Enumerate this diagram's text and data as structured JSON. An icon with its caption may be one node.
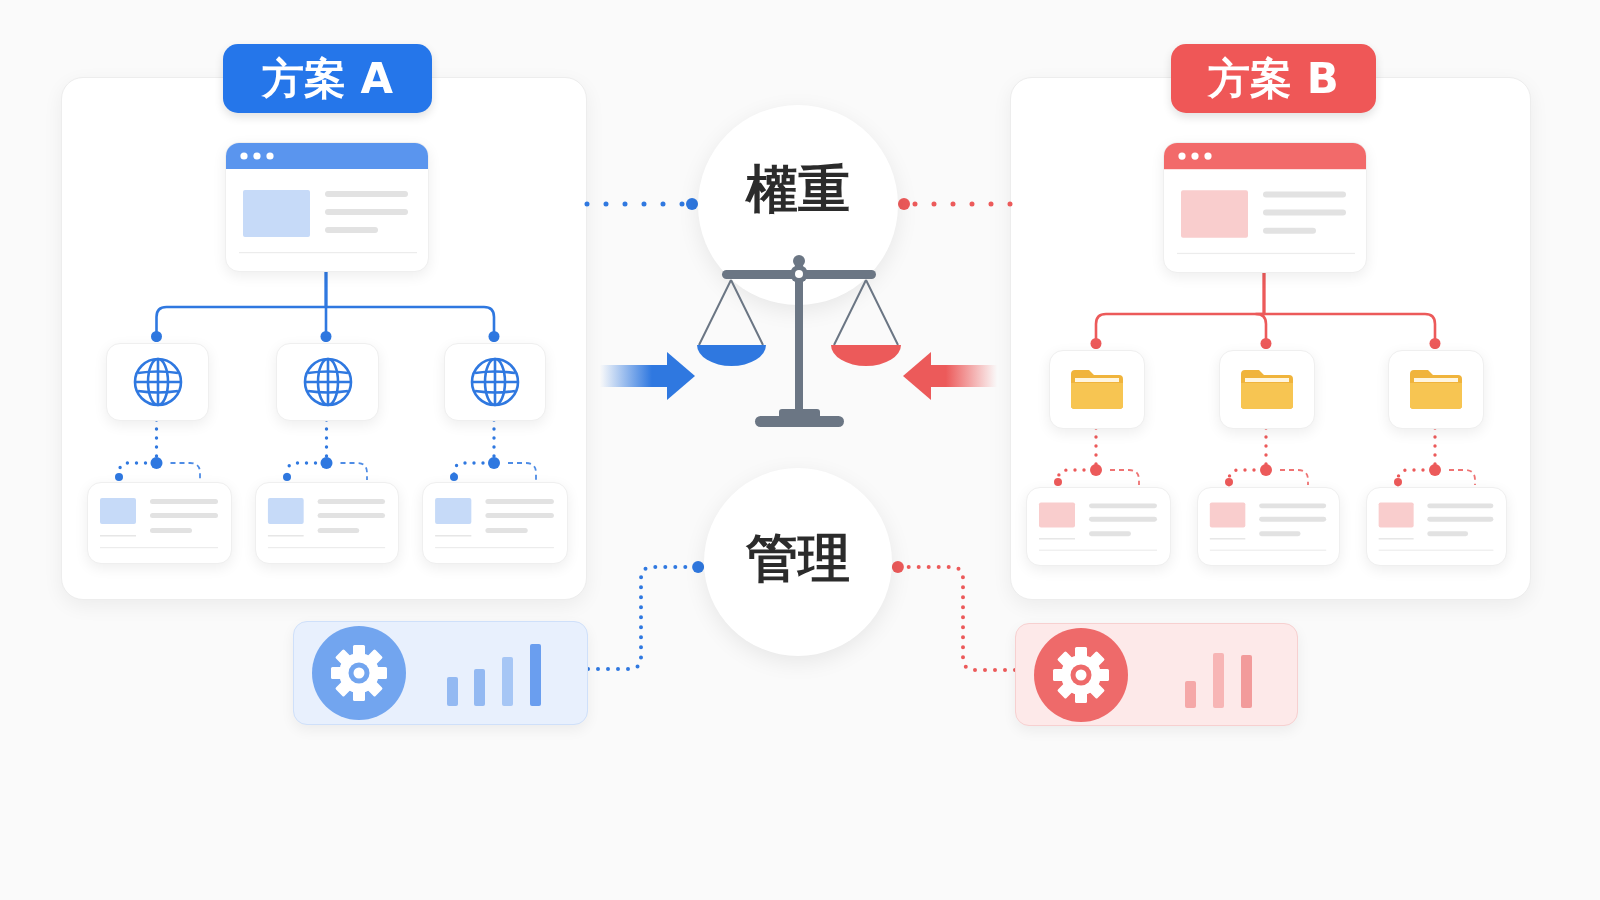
{
  "diagram": {
    "nodes": [
      {
        "text": [
          "方案 A"
        ]
      },
      {
        "text": [],
        "shape": "box",
        "in": 0
      },
      {
        "text": [],
        "shape": "box",
        "in": 0
      },
      {
        "text": [],
        "shape": "box",
        "in": 0
      },
      {
        "text": [],
        "shape": "box",
        "in": 0
      },
      {
        "text": [],
        "shape": "box",
        "in": 0
      },
      {
        "text": [],
        "shape": "box",
        "in": 0
      },
      {
        "text": [],
        "shape": "box",
        "in": 0
      },
      {
        "text": [
          "權重"
        ]
      },
      {
        "text": [],
        "shape": "picture"
      },
      {
        "text": [
          "管理"
        ]
      },
      {
        "text": [
          "方案 B"
        ]
      },
      {
        "text": [],
        "shape": "box",
        "in": 11
      },
      {
        "text": [],
        "shape": "box",
        "in": 11
      },
      {
        "text": [],
        "shape": "box",
        "in": 11
      },
      {
        "text": [],
        "shape": "box",
        "in": 11
      },
      {
        "text": [],
        "shape": "box",
        "in": 11
      },
      {
        "text": [],
        "shape": "box",
        "in": 11
      },
      {
        "text": [],
        "shape": "box",
        "in": 11
      },
      {
        "text": [],
        "shape": "box"
      },
      {
        "text": [],
        "shape": "box"
      }
    ],
    "edges": [
      {
        "from": 1,
        "to": 2,
        "arrow": "other",
        "color": "#2f78e0"
      },
      {
        "from": 1,
        "to": 3,
        "arrow": "other",
        "color": "#2f78e0"
      },
      {
        "from": 1,
        "to": 4,
        "arrow": "other",
        "color": "#2f78e0"
      },
      {
        "from": 2,
        "to": 5,
        "arrow": "other",
        "style": "dashed",
        "color": "#2f78e0"
      },
      {
        "from": 3,
        "to": 6,
        "arrow": "other",
        "style": "dashed",
        "color": "#2f78e0"
      },
      {
        "from": 4,
        "to": 7,
        "arrow": "other",
        "style": "dashed",
        "color": "#2f78e0"
      },
      {
        "from": 12,
        "to": 13,
        "arrow": "other",
        "color": "#ec5a5a"
      },
      {
        "from": 12,
        "to": 14,
        "arrow": "other",
        "color": "#ec5a5a"
      },
      {
        "from": 12,
        "to": 15,
        "arrow": "other",
        "color": "#ec5a5a"
      },
      {
        "from": 13,
        "to": 16,
        "arrow": "other",
        "style": "dashed",
        "color": "#ec5a5a"
      },
      {
        "from": 14,
        "to": 17,
        "arrow": "other",
        "style": "dashed",
        "color": "#ec5a5a"
      },
      {
        "from": 15,
        "to": 18,
        "arrow": "other",
        "style": "dashed",
        "color": "#ec5a5a"
      },
      {
        "from": 0,
        "to": 8,
        "arrow": "other",
        "style": "dashed",
        "color": "#2f78e0"
      },
      {
        "from": 11,
        "to": 8,
        "arrow": "other",
        "style": "dashed",
        "color": "#ec5a5a"
      },
      {
        "from": 0,
        "to": 9,
        "arrow": "to",
        "style": "thick",
        "color": "#2f78e0"
      },
      {
        "from": 11,
        "to": 9,
        "arrow": "to",
        "style": "thick",
        "color": "#ec5a5a"
      },
      {
        "from": 19,
        "to": 10,
        "arrow": "other",
        "style": "dashed",
        "color": "#2f78e0"
      },
      {
        "from": 20,
        "to": 10,
        "arrow": "other",
        "style": "dashed",
        "color": "#ec5a5a"
      }
    ]
  }
}
